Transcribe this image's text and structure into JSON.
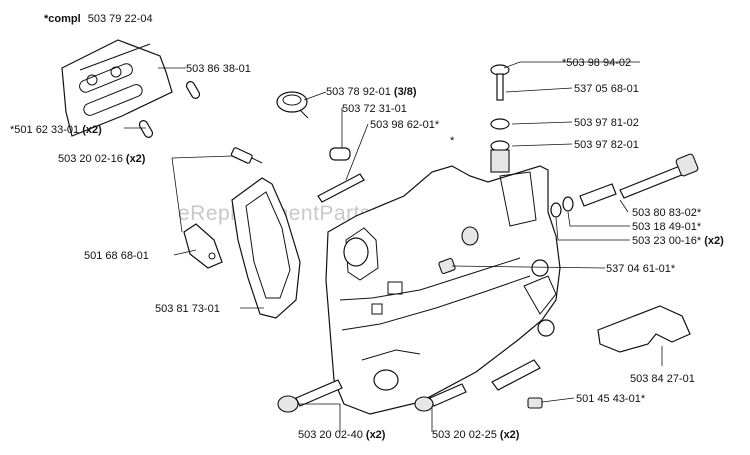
{
  "header": {
    "label": "*compl",
    "part": "503 79 22-04"
  },
  "watermark": "eReplacementParts.com",
  "callouts": [
    {
      "id": "c1",
      "part": "503 86 38-01",
      "qty": ""
    },
    {
      "id": "c2",
      "part": "*501 62 33-01",
      "qty": "(x2)"
    },
    {
      "id": "c3",
      "part": "503 20 02-16",
      "qty": "(x2)"
    },
    {
      "id": "c4",
      "part": "501 68 68-01",
      "qty": ""
    },
    {
      "id": "c5",
      "part": "503 81 73-01",
      "qty": ""
    },
    {
      "id": "c6",
      "part": "503 78 92-01",
      "qty": "(3/8)"
    },
    {
      "id": "c7",
      "part": "503 72 31-01",
      "qty": ""
    },
    {
      "id": "c8",
      "part": "503 98 62-01*",
      "qty": ""
    },
    {
      "id": "c9",
      "part": "*503 98 94-02",
      "qty": ""
    },
    {
      "id": "c10",
      "part": "537 05 68-01",
      "qty": ""
    },
    {
      "id": "c11",
      "part": "503 97 81-02",
      "qty": ""
    },
    {
      "id": "c12",
      "part": "503 97 82-01",
      "qty": ""
    },
    {
      "id": "c13",
      "part": "503 80 83-02*",
      "qty": ""
    },
    {
      "id": "c14",
      "part": "503 18 49-01*",
      "qty": ""
    },
    {
      "id": "c15",
      "part": "503 23 00-16*",
      "qty": "(x2)"
    },
    {
      "id": "c16",
      "part": "537 04 61-01*",
      "qty": ""
    },
    {
      "id": "c17",
      "part": "503 84 27-01",
      "qty": ""
    },
    {
      "id": "c18",
      "part": "501 45 43-01*",
      "qty": ""
    },
    {
      "id": "c19",
      "part": "503 20 02-40",
      "qty": "(x2)"
    },
    {
      "id": "c20",
      "part": "503 20 02-25",
      "qty": "(x2)"
    }
  ],
  "asterisk_mark": "*"
}
